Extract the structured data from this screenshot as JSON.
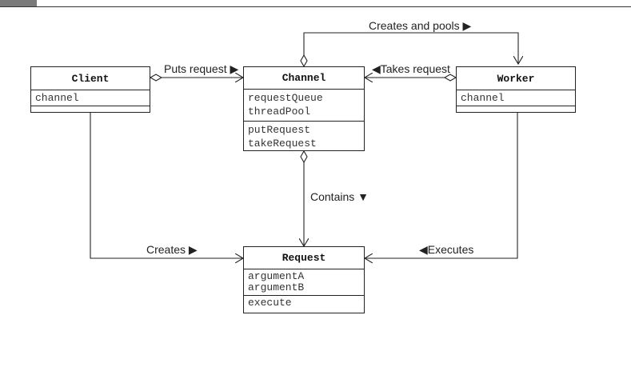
{
  "header": {
    "tag": "",
    "title": ""
  },
  "classes": {
    "client": {
      "name": "Client",
      "attributes": [
        "channel"
      ],
      "operations": []
    },
    "channel": {
      "name": "Channel",
      "attributes": [
        "requestQueue",
        "threadPool"
      ],
      "operations": [
        "putRequest",
        "takeRequest"
      ]
    },
    "worker": {
      "name": "Worker",
      "attributes": [
        "channel"
      ],
      "operations": []
    },
    "request": {
      "name": "Request",
      "attributes": [
        "argumentA",
        "argumentB"
      ],
      "operations": [
        "execute"
      ]
    }
  },
  "relations": {
    "puts_request": "Puts request ▶",
    "takes_request": "◀Takes request",
    "creates_and_pools": "Creates and pools ▶",
    "contains": "Contains ▼",
    "creates": "Creates ▶",
    "executes": "◀Executes"
  }
}
